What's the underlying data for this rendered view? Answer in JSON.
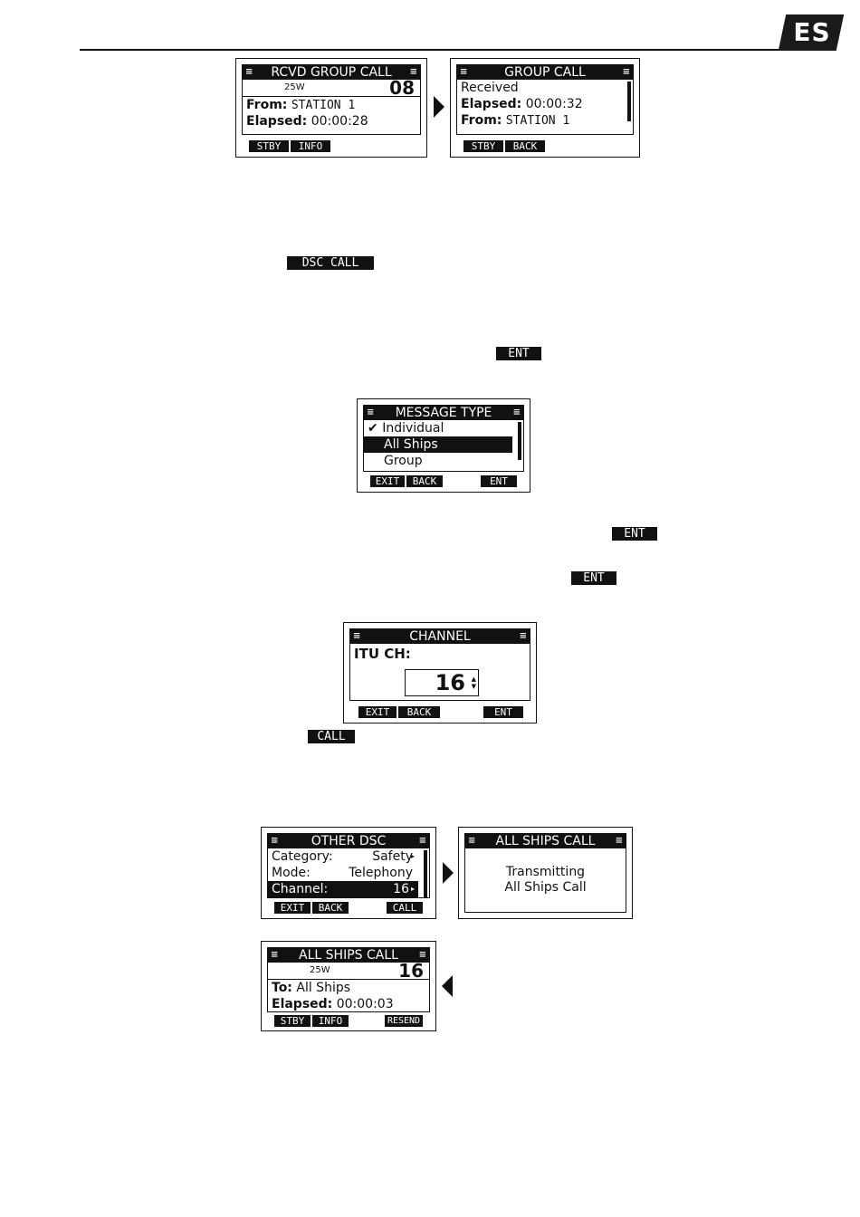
{
  "lang_tab": "ES",
  "rcvd_group": {
    "title": "RCVD GROUP CALL",
    "power": "25W",
    "channel": "08",
    "from_label": "From:",
    "from_value": "STATION 1",
    "elapsed_label": "Elapsed:",
    "elapsed_value": "00:00:28",
    "keys": [
      "STBY",
      "INFO"
    ]
  },
  "group_call": {
    "title": "GROUP CALL",
    "status": "Received",
    "elapsed_label": "Elapsed:",
    "elapsed_value": "00:00:32",
    "from_label": "From:",
    "from_value": "STATION 1",
    "keys": [
      "STBY",
      "BACK"
    ]
  },
  "inline_keys": {
    "dsc_call": "DSC CALL",
    "ent": "ENT",
    "call": "CALL"
  },
  "message_type": {
    "title": "MESSAGE TYPE",
    "check": "✔",
    "items": [
      "Individual",
      "All Ships",
      "Group"
    ],
    "keys": [
      "EXIT",
      "BACK",
      "ENT"
    ]
  },
  "channel_screen": {
    "title": "CHANNEL",
    "label": "ITU CH:",
    "value": "16",
    "keys": [
      "EXIT",
      "BACK",
      "ENT"
    ]
  },
  "other_dsc": {
    "title": "OTHER DSC",
    "rows": [
      {
        "label": "Category:",
        "value": "Safety"
      },
      {
        "label": "Mode:",
        "value": "Telephony"
      },
      {
        "label": "Channel:",
        "value": "16"
      }
    ],
    "keys": [
      "EXIT",
      "BACK",
      "CALL"
    ]
  },
  "all_ships_tx": {
    "title": "ALL SHIPS CALL",
    "line1": "Transmitting",
    "line2": "All Ships Call"
  },
  "all_ships_status": {
    "title": "ALL SHIPS CALL",
    "power": "25W",
    "channel": "16",
    "to_label": "To:",
    "to_value": "All Ships",
    "elapsed_label": "Elapsed:",
    "elapsed_value": "00:00:03",
    "keys": [
      "STBY",
      "INFO",
      "RESEND"
    ]
  }
}
